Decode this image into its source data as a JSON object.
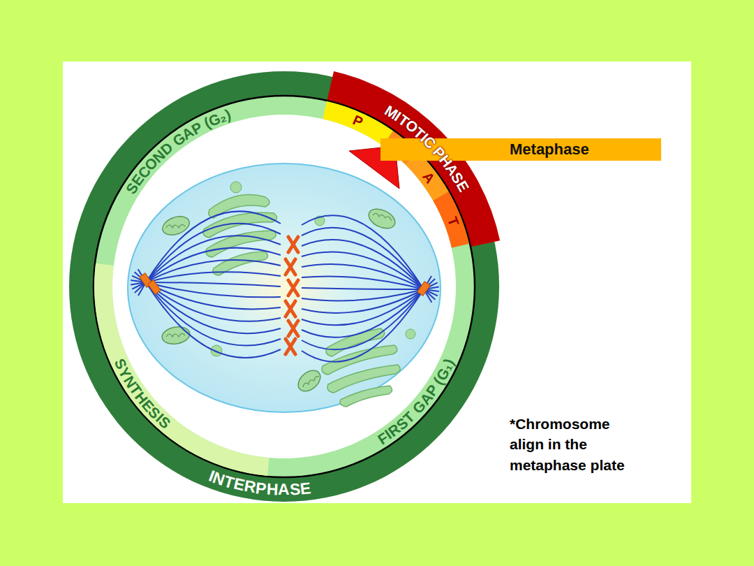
{
  "diagram": {
    "nodes": [
      {
        "text": [
          "Metaphase"
        ]
      }
    ],
    "labels": [
      "MITOTIC PHASE",
      "P",
      "A",
      "T",
      "SECOND GAP (G₂)",
      "SYNTHESIS",
      "FIRST GAP (G₁)",
      "INTERPHASE",
      "*Chromosome align in the metaphase plate"
    ]
  }
}
